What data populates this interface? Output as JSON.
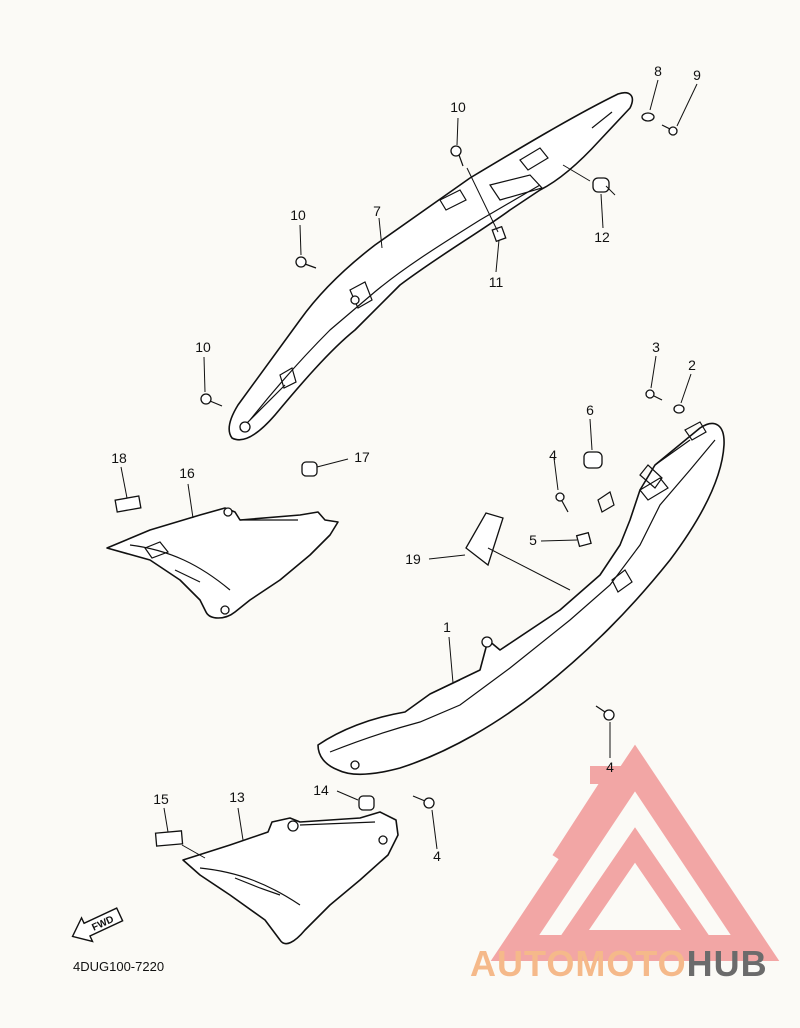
{
  "diagram": {
    "diagram_code": "4DUG100-7220",
    "fwd_label": "FWD",
    "callouts": {
      "c1": "1",
      "c2": "2",
      "c3": "3",
      "c4a": "4",
      "c4b": "4",
      "c4c": "4",
      "c5": "5",
      "c6": "6",
      "c7": "7",
      "c8": "8",
      "c9": "9",
      "c10a": "10",
      "c10b": "10",
      "c10c": "10",
      "c11": "11",
      "c12": "12",
      "c13": "13",
      "c14": "14",
      "c15": "15",
      "c16": "16",
      "c17": "17",
      "c18": "18",
      "c19": "19"
    }
  },
  "watermark": {
    "part1": "AUTOMOTO",
    "part2": "HUB",
    "color_main": "#f08a8a",
    "color_light": "#f5b98a",
    "color_dark": "#6b6b6b"
  }
}
